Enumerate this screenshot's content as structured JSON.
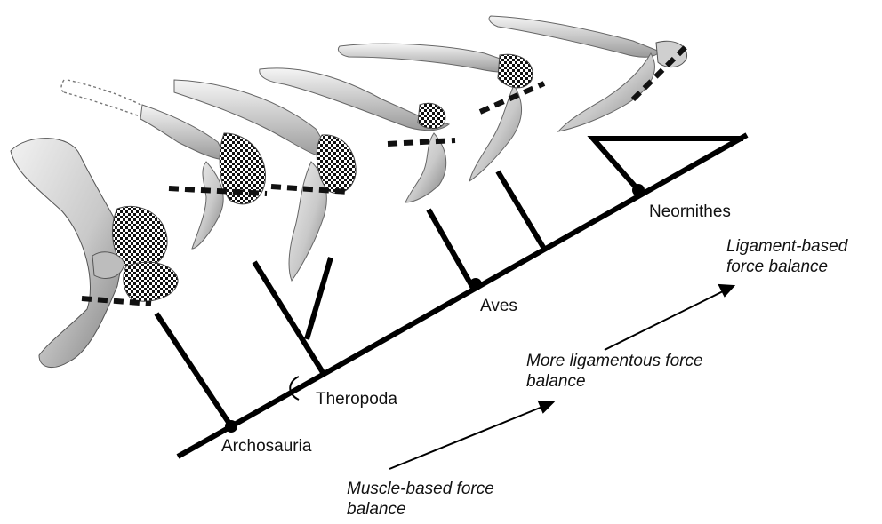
{
  "clades": {
    "archosauria": "Archosauria",
    "theropoda": "Theropoda",
    "aves": "Aves",
    "neornithes": "Neornithes"
  },
  "gradient": {
    "muscle": "Muscle-based force balance",
    "more_ligamentous": "More ligamentous force balance",
    "ligament": "Ligament-based force balance"
  },
  "colors": {
    "tree": "#000000",
    "bone_light": "#e6e6e6",
    "bone_dark": "#8a8a8a",
    "contact_pattern": "checkerboard"
  }
}
